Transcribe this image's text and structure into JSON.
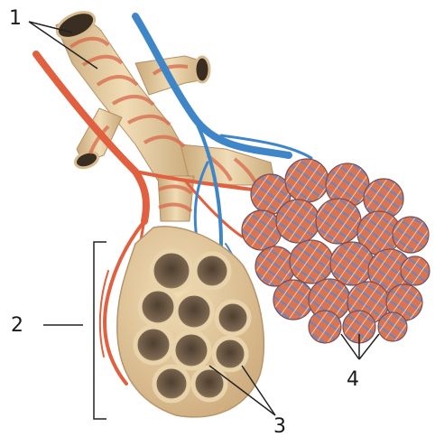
{
  "labels": {
    "one": "1",
    "two": "2",
    "three": "3",
    "four": "4"
  },
  "colors": {
    "airway": "#e6cfa5",
    "airway_shade": "#c9a97a",
    "artery": "#e0603f",
    "vein": "#3f86c9",
    "alveolus_inner": "#6b5a45",
    "capillary_net_red": "#d9704e",
    "capillary_net_blue": "#7b8fc2"
  }
}
